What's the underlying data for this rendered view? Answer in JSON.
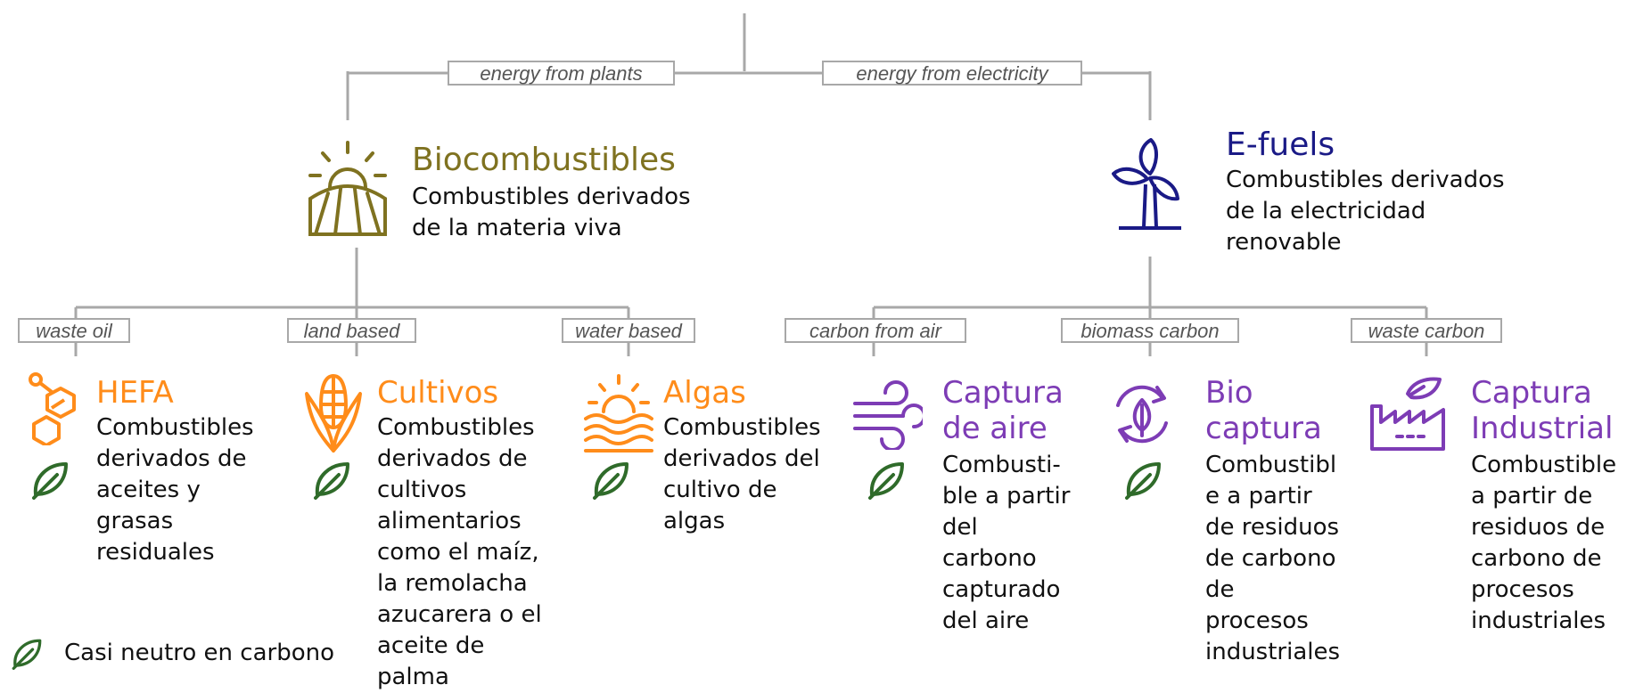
{
  "colors": {
    "olive": "#7f7220",
    "navy": "#1a1a86",
    "orange": "#ff8c1a",
    "purple": "#7d3cb5",
    "leaf_green": "#2f6b2a",
    "connector": "#a8a8a8"
  },
  "root": {
    "partial_title": "Combustibles sostenibles de aviación"
  },
  "branches": {
    "plants": "energy from plants",
    "electricity": "energy from electricity"
  },
  "biocombustibles": {
    "icon": "sun-field-icon",
    "title": "Biocombustibles",
    "desc": "Combustibles derivados\nde la materia viva"
  },
  "efuels": {
    "icon": "wind-turbine-icon",
    "title": "E-fuels",
    "desc": "Combustibles derivados\nde la electricidad\nrenovable"
  },
  "sub_labels": {
    "waste_oil": "waste oil",
    "land_based": "land based",
    "water_based": "water based",
    "carbon_air": "carbon from air",
    "biomass_carbon": "biomass carbon",
    "waste_carbon": "waste carbon"
  },
  "hefa": {
    "icon": "molecule-icon",
    "title": "HEFA",
    "desc": "Combustibles\nderivados de\naceites y\ngrasas\nresiduales",
    "carbon_neutral": true
  },
  "cultivos": {
    "icon": "corn-icon",
    "title": "Cultivos",
    "desc": "Combustibles\nderivados de\ncultivos\nalimentarios\ncomo el maíz,\nla remolacha\nazucarera o el\naceite de\npalma",
    "carbon_neutral": true
  },
  "algas": {
    "icon": "sun-water-icon",
    "title": "Algas",
    "desc": "Combustibles\nderivados del\ncultivo de\nalgas",
    "carbon_neutral": true
  },
  "captura_aire": {
    "icon": "wind-icon",
    "title": "Captura\nde aire",
    "desc": "Combusti-\nble a partir\ndel\ncarbono\ncapturado\ndel aire",
    "carbon_neutral": true
  },
  "bio_captura": {
    "icon": "recycle-leaf-icon",
    "title": "Bio\ncaptura",
    "desc": "Combustibl\ne a partir\nde residuos\nde carbono\nde\nprocesos\nindustriales",
    "carbon_neutral": true
  },
  "captura_industrial": {
    "icon": "factory-icon",
    "title": "Captura\nIndustrial",
    "desc": "Combustible\na partir de\nresiduos de\ncarbono de\nprocesos\nindustriales",
    "carbon_neutral": false
  },
  "legend": {
    "icon": "leaf-icon",
    "text": "Casi neutro en carbono"
  }
}
